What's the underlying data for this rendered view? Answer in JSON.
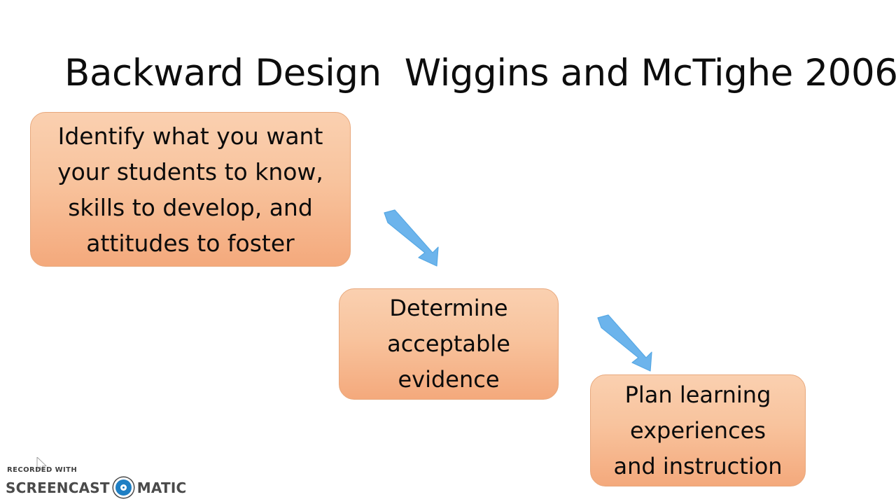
{
  "slide": {
    "background_color": "#ffffff",
    "title": "Backward Design  Wiggins and McTighe 2006"
  },
  "theme": {
    "box_fill_top": "#fad0b0",
    "box_fill_bottom": "#f4a97c",
    "box_border": "#e8a87c",
    "arrow_fill": "#6cb4ec",
    "arrow_stroke": "#4a9bdc",
    "text_color": "#0b0b0b",
    "watermark_accent": "#1f7fc4"
  },
  "diagram_data": {
    "type": "process-flow",
    "direction": "descending-staircase",
    "steps": [
      {
        "id": "identify",
        "order": 1,
        "text": "Identify what you want\nyour students to know,\nskills to develop, and\nattitudes to foster",
        "lines": [
          "Identify what you want",
          "your students to know,",
          "skills to develop, and",
          "attitudes to foster"
        ]
      },
      {
        "id": "determine",
        "order": 2,
        "text": "Determine\nacceptable\nevidence",
        "lines": [
          "Determine",
          "acceptable",
          "evidence"
        ]
      },
      {
        "id": "plan",
        "order": 3,
        "text": "Plan learning\nexperiences\nand instruction",
        "lines": [
          "Plan learning",
          "experiences",
          "and instruction"
        ]
      }
    ],
    "connectors": [
      {
        "id": "arrow-1",
        "from": "identify",
        "to": "determine",
        "icon": "down-right-arrow-icon"
      },
      {
        "id": "arrow-2",
        "from": "determine",
        "to": "plan",
        "icon": "down-right-arrow-icon"
      }
    ]
  },
  "watermark": {
    "recorded_with": "RECORDED WITH",
    "brand_left": "SCREENCAST",
    "brand_right": "MATIC",
    "logo_icon": "screencast-o-matic-target-icon",
    "cursor_icon": "mouse-cursor-icon"
  }
}
